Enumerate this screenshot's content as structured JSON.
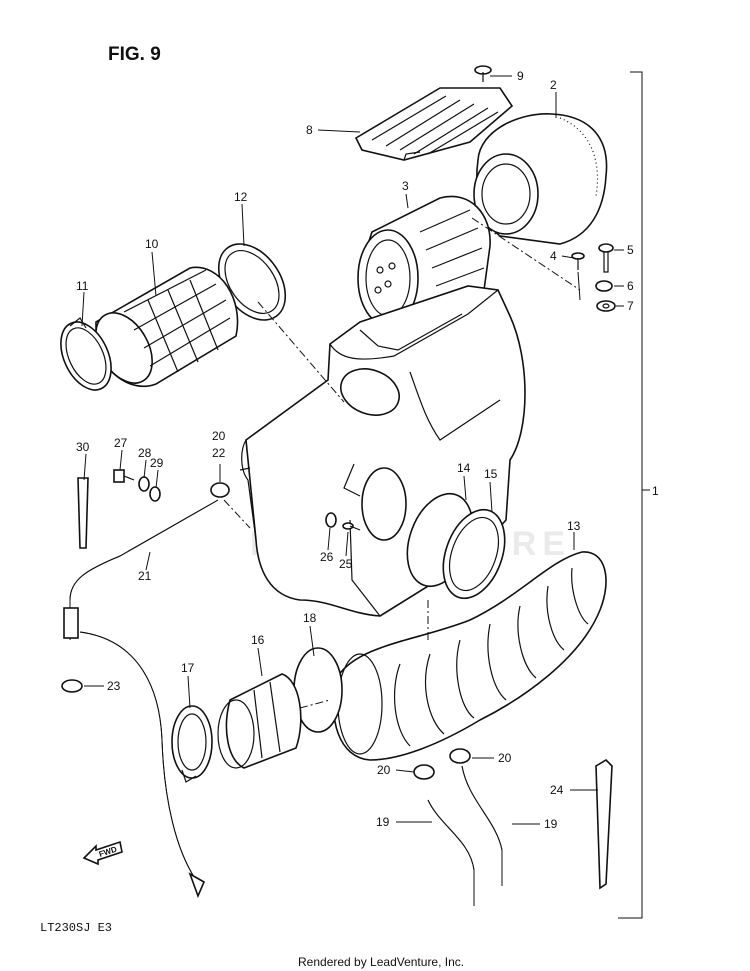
{
  "figure": {
    "title": "FIG. 9",
    "model_code": "LT230SJ  E3",
    "footer": "Rendered by LeadVenture, Inc.",
    "watermark": "LEADVENTURE",
    "fwd_label": "FWD"
  },
  "callouts": {
    "c1": "1",
    "c2": "2",
    "c3": "3",
    "c4": "4",
    "c5": "5",
    "c6": "6",
    "c7": "7",
    "c8": "8",
    "c9": "9",
    "c10": "10",
    "c11": "11",
    "c12": "12",
    "c13": "13",
    "c14": "14",
    "c15": "15",
    "c16": "16",
    "c17": "17",
    "c18": "18",
    "c19a": "19",
    "c19b": "19",
    "c20a": "20",
    "c20b": "20",
    "c20c": "20",
    "c21": "21",
    "c22": "22",
    "c23": "23",
    "c24": "24",
    "c25": "25",
    "c26": "26",
    "c27": "27",
    "c28": "28",
    "c29": "29",
    "c30": "30"
  }
}
